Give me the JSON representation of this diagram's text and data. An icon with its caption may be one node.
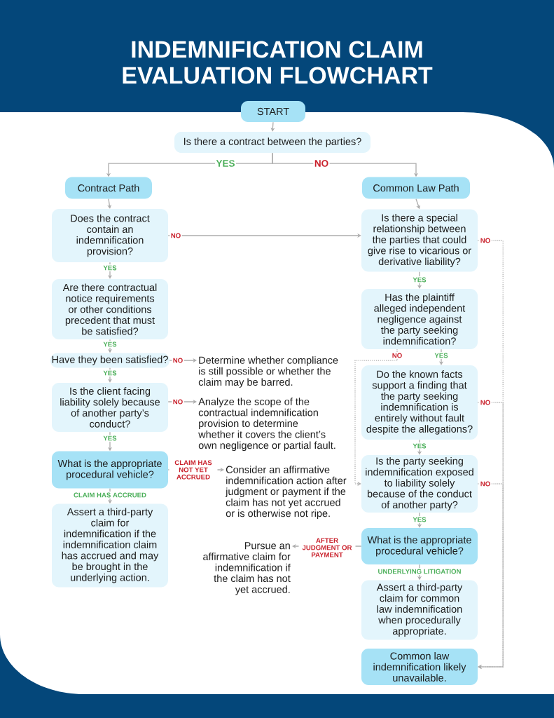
{
  "diagram": {
    "title": "INDEMNIFICATION CLAIM EVALUATION FLOWCHART",
    "nodes": [
      {
        "text": [
          "START"
        ]
      },
      {
        "text": [
          "Is there a contract between the parties?"
        ]
      },
      {
        "text": [
          "Contract Path"
        ]
      },
      {
        "text": [
          "Common Law Path"
        ]
      },
      {
        "text": [
          "Does the contract contain an indemnification provision?"
        ]
      },
      {
        "text": [
          "Are there contractual notice requirements or other conditions precedent that must be satisfied?"
        ]
      },
      {
        "text": [
          "Have they been satisfied?"
        ]
      },
      {
        "text": [
          "Determine whether compliance is still possible or whether the claim may be barred."
        ]
      },
      {
        "text": [
          "Is the client facing liability solely because of another party’s conduct?"
        ]
      },
      {
        "text": [
          "Analyze the scope of the contractual indemnification provision to determine whether it covers the client’s own negligence or partial fault."
        ]
      },
      {
        "text": [
          "What is the appropriate procedural vehicle?"
        ]
      },
      {
        "text": [
          "Consider an affirmative indemnification action after judgment or payment if the claim has not yet accrued or is otherwise not ripe."
        ]
      },
      {
        "text": [
          "Assert a third-party claim for indemnification if the indemnification claim has accrued and may be brought in the underlying action."
        ]
      },
      {
        "text": [
          "Is there a special relationship between the parties that could give rise to vicarious or derivative liability?"
        ]
      },
      {
        "text": [
          "Has the plaintiff alleged independent negligence against the party seeking indemnification?"
        ]
      },
      {
        "text": [
          "Do the known facts support a finding that the party seeking indemnification is entirely without fault despite the allegations?"
        ]
      },
      {
        "text": [
          "Is the party seeking indemnification exposed to liability solely because of the conduct of another party?"
        ]
      },
      {
        "text": [
          "What is the appropriate procedural vehicle?"
        ]
      },
      {
        "text": [
          "Pursue an affirmative claim for indemnification if the claim has not yet accrued."
        ]
      },
      {
        "text": [
          "Assert a third-party claim for common law indemnification when procedurally appropriate."
        ]
      },
      {
        "text": [
          "Common law indemnification likely unavailable."
        ]
      }
    ],
    "edges": [
      {
        "from": 0,
        "to": 1,
        "arrow": "to"
      },
      {
        "from": 1,
        "to": 2,
        "arrow": "to",
        "label": "YES"
      },
      {
        "from": 1,
        "to": 3,
        "arrow": "to",
        "label": "NO"
      },
      {
        "from": 2,
        "to": 4,
        "arrow": "to"
      },
      {
        "from": 3,
        "to": 13,
        "arrow": "to"
      },
      {
        "from": 4,
        "to": 13,
        "arrow": "to",
        "label": "NO"
      },
      {
        "from": 4,
        "to": 5,
        "arrow": "to",
        "label": "YES"
      },
      {
        "from": 5,
        "to": 6,
        "arrow": "to",
        "label": "YES"
      },
      {
        "from": 6,
        "to": 7,
        "arrow": "to",
        "label": "NO"
      },
      {
        "from": 6,
        "to": 8,
        "arrow": "to",
        "label": "YES"
      },
      {
        "from": 8,
        "to": 9,
        "arrow": "to",
        "label": "NO"
      },
      {
        "from": 8,
        "to": 10,
        "arrow": "to",
        "label": "YES"
      },
      {
        "from": 10,
        "to": 11,
        "arrow": "to",
        "label": "CLAIM HAS NOT YET ACCRUED"
      },
      {
        "from": 10,
        "to": 12,
        "arrow": "to",
        "label": "CLAIM HAS ACCRUED"
      },
      {
        "from": 13,
        "to": 14,
        "arrow": "to",
        "label": "YES"
      },
      {
        "from": 13,
        "to": 20,
        "arrow": "to",
        "label": "NO",
        "style": "dashed"
      },
      {
        "from": 14,
        "to": 15,
        "arrow": "to",
        "label": "YES"
      },
      {
        "from": 14,
        "to": 16,
        "arrow": "to",
        "label": "NO",
        "style": "dashed"
      },
      {
        "from": 15,
        "to": 16,
        "arrow": "to",
        "label": "YES"
      },
      {
        "from": 15,
        "to": 20,
        "arrow": "to",
        "label": "NO",
        "style": "dashed"
      },
      {
        "from": 16,
        "to": 17,
        "arrow": "to",
        "label": "YES"
      },
      {
        "from": 16,
        "to": 20,
        "arrow": "to",
        "label": "NO",
        "style": "dashed"
      },
      {
        "from": 17,
        "to": 18,
        "arrow": "to",
        "label": "AFTER JUDGMENT OR PAYMENT"
      },
      {
        "from": 17,
        "to": 19,
        "arrow": "to",
        "label": "UNDERLYING LITIGATION"
      }
    ]
  }
}
